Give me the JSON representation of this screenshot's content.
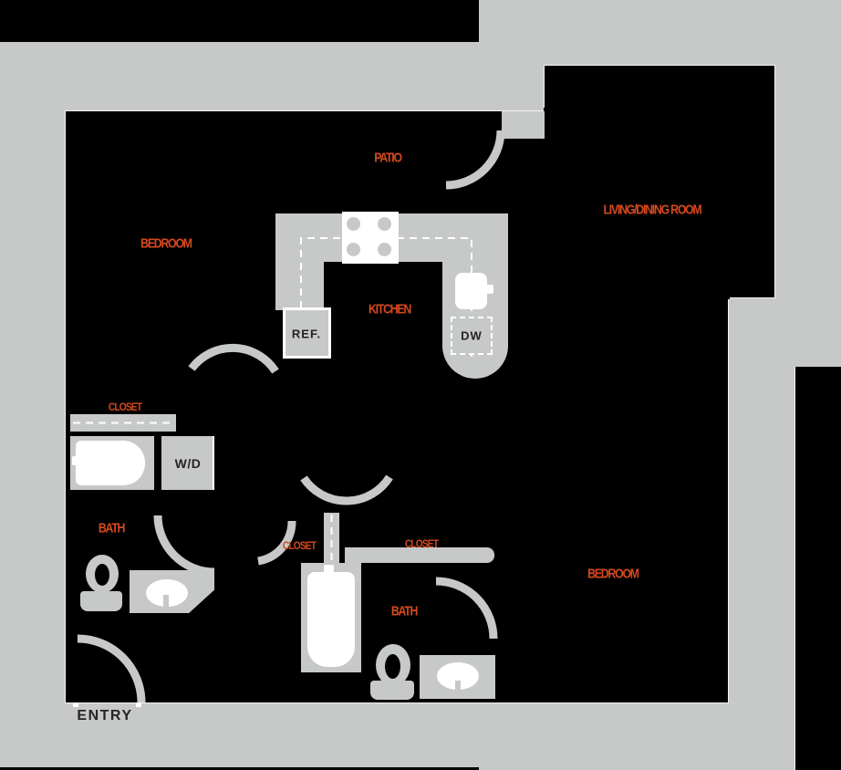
{
  "title": "Apartment floor plan",
  "colors": {
    "background": "#000000",
    "slab": "#c7c9c8",
    "accent_orange": "#d5491d",
    "hairline": "#f2f2f2",
    "dark_text": "#242424",
    "fixture_white": "#ffffff"
  },
  "rooms": {
    "patio": "PATIO",
    "living_dining": "LIVING/DINING ROOM",
    "bedroom1": "BEDROOM",
    "kitchen": "KITCHEN",
    "closet1": "CLOSET",
    "bath1": "BATH",
    "closet2": "CLOSET",
    "closet3": "CLOSET",
    "bedroom2": "BEDROOM",
    "bath2": "BATH",
    "entry": "ENTRY"
  },
  "appliances": {
    "refrigerator": "REF.",
    "dishwasher": "DW",
    "washer_dryer": "W/D"
  }
}
